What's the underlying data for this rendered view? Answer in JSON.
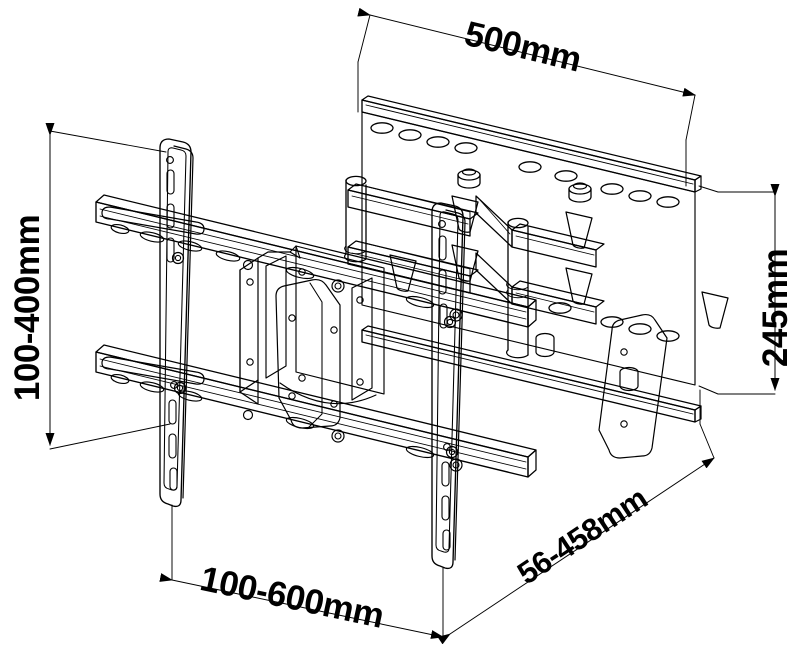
{
  "drawing": {
    "title": "Full-motion TV wall mount bracket",
    "view": "isometric technical line drawing",
    "line_color": "#000000",
    "background_color": "#ffffff"
  },
  "dimensions": {
    "height_range": "100-400mm",
    "plate_width": "500mm",
    "plate_height": "245mm",
    "width_range": "100-600mm",
    "depth_range": "56-458mm"
  },
  "parts": {
    "wall_plate": "wall-mounting-plate",
    "upper_arm": "upper-articulating-arm",
    "lower_arm": "lower-articulating-arm",
    "pivot": "pivot-cylinder",
    "rail_top": "top-horizontal-rail",
    "rail_bottom": "bottom-horizontal-rail",
    "bracket_left": "left-vertical-tv-bracket",
    "bracket_right": "right-vertical-tv-bracket",
    "vesa_plate": "vesa-center-plate"
  }
}
